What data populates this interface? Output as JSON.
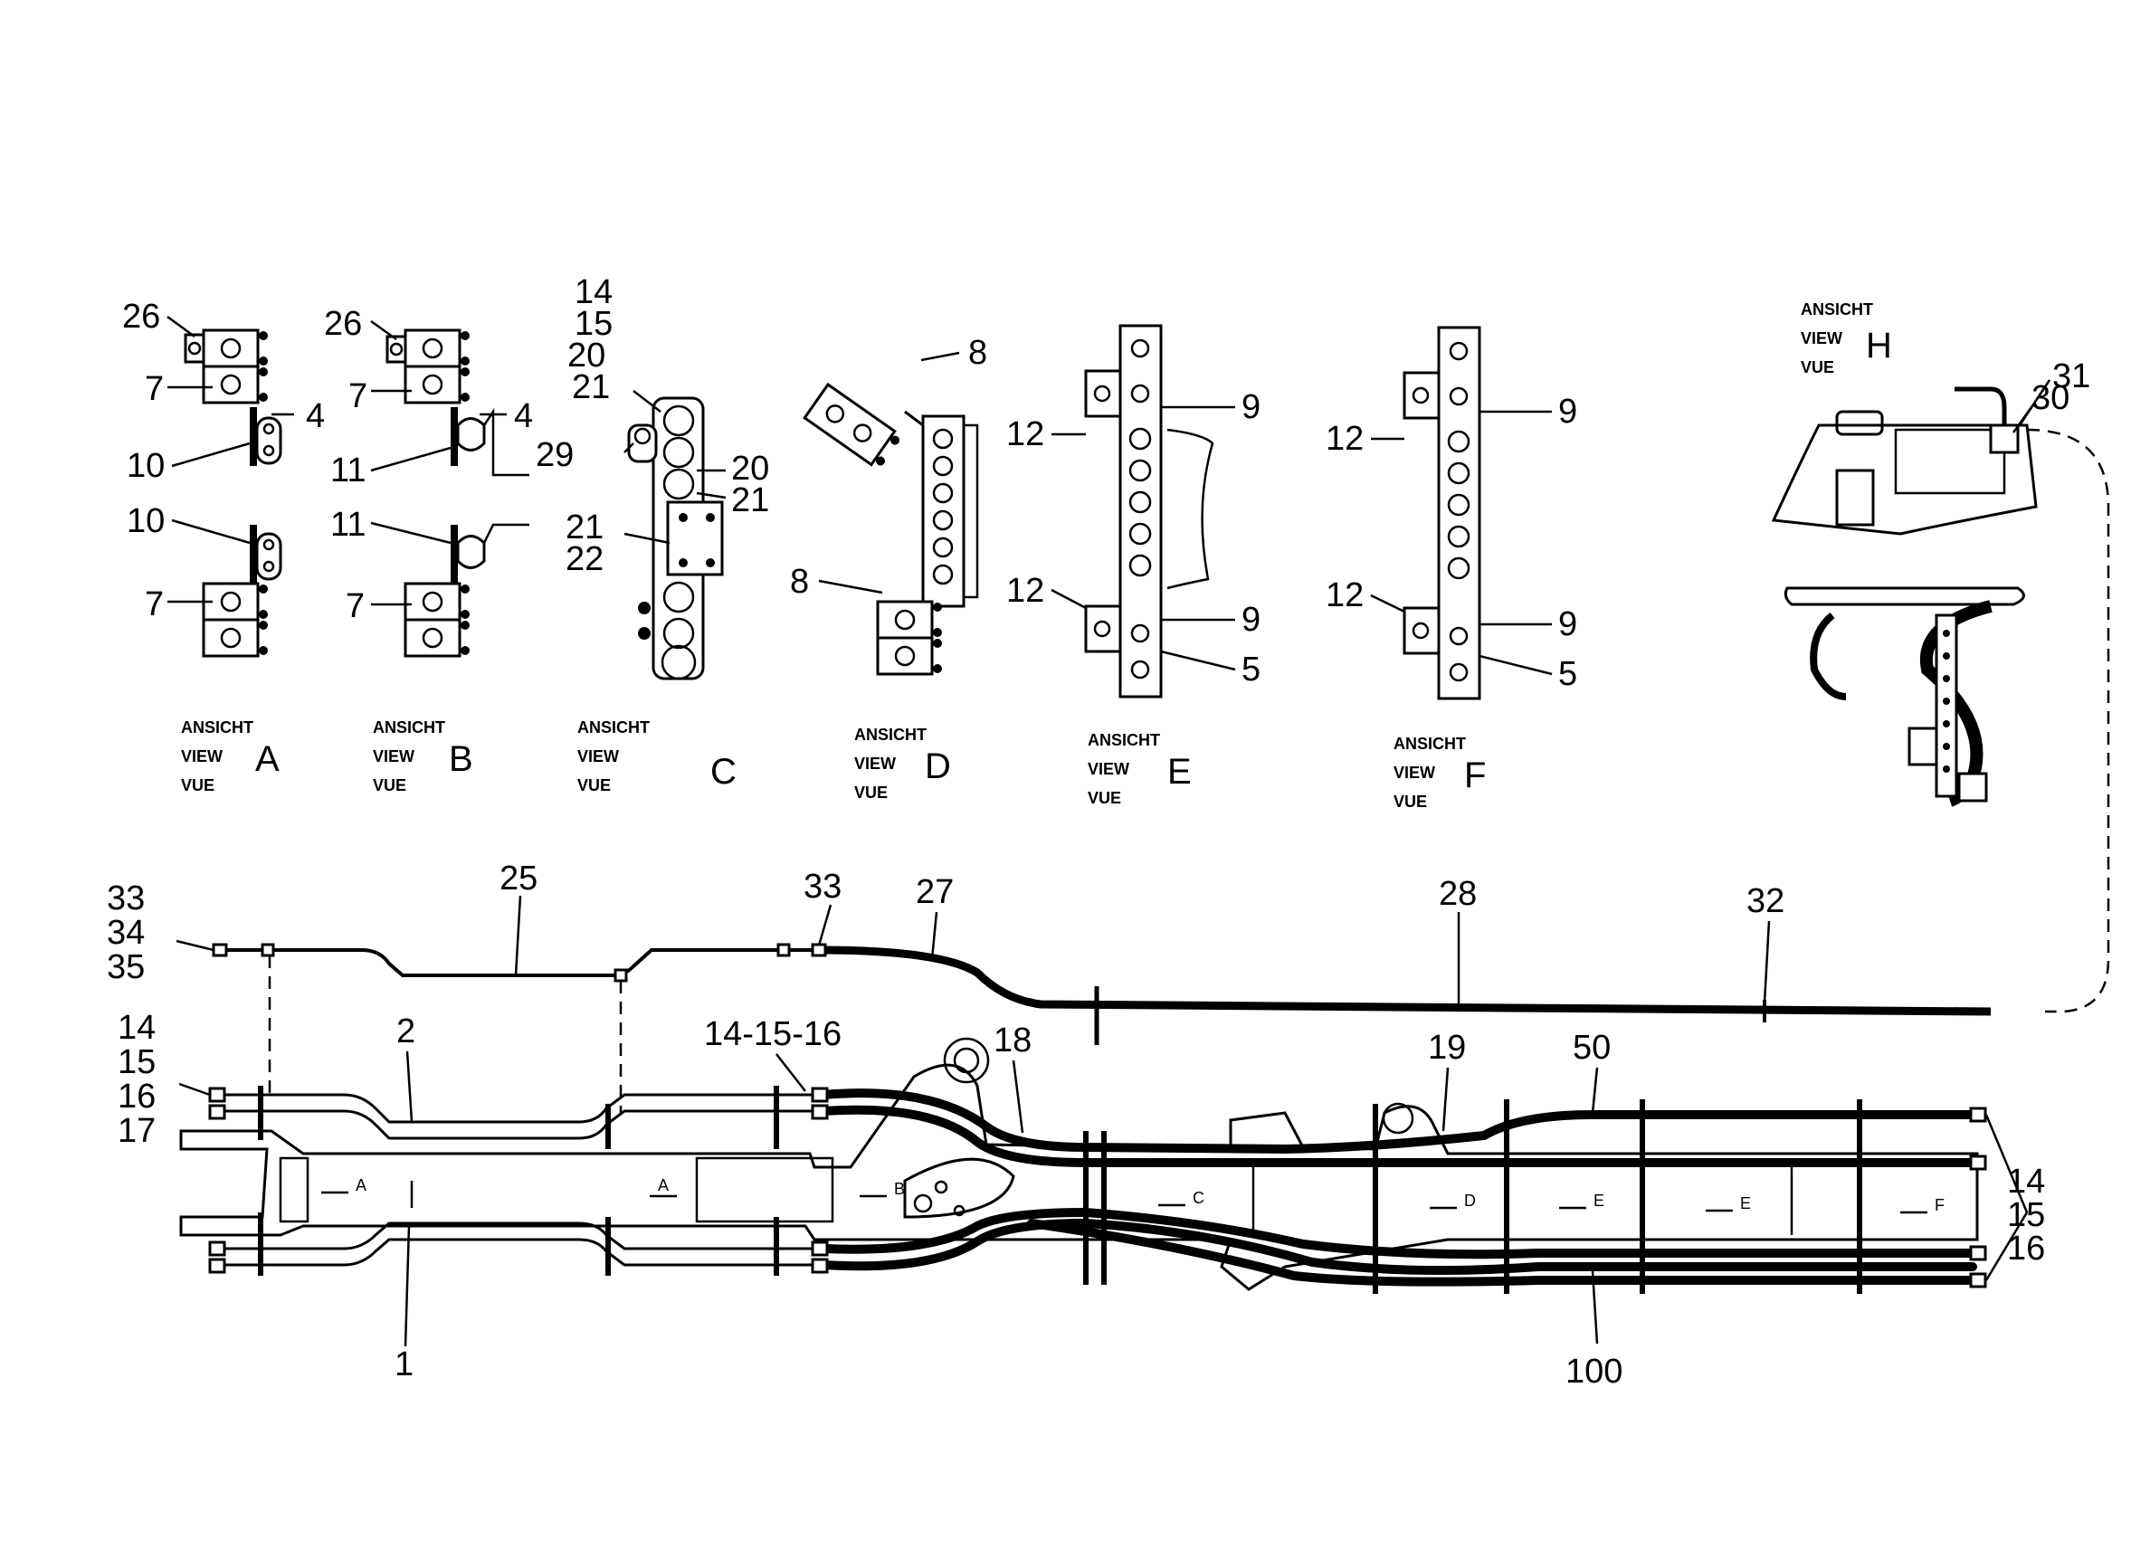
{
  "views": [
    {
      "letter": "A",
      "line1": "ANSICHT",
      "line2": "VIEW",
      "line3": "VUE"
    },
    {
      "letter": "B",
      "line1": "ANSICHT",
      "line2": "VIEW",
      "line3": "VUE"
    },
    {
      "letter": "C",
      "line1": "ANSICHT",
      "line2": "VIEW",
      "line3": "VUE"
    },
    {
      "letter": "D",
      "line1": "ANSICHT",
      "line2": "VIEW",
      "line3": "VUE"
    },
    {
      "letter": "E",
      "line1": "ANSICHT",
      "line2": "VIEW",
      "line3": "VUE"
    },
    {
      "letter": "F",
      "line1": "ANSICHT",
      "line2": "VIEW",
      "line3": "VUE"
    },
    {
      "letter": "H",
      "line1": "ANSICHT",
      "line2": "VIEW",
      "line3": "VUE"
    }
  ],
  "callouts": {
    "a": [
      "26",
      "7",
      "4",
      "10",
      "10",
      "7"
    ],
    "b": [
      "26",
      "7",
      "4",
      "11",
      "11",
      "7"
    ],
    "c": [
      "14",
      "15",
      "20",
      "21",
      "29",
      "20",
      "21",
      "21",
      "22"
    ],
    "d": [
      "8",
      "8"
    ],
    "e": [
      "12",
      "9",
      "12",
      "9",
      "5"
    ],
    "f": [
      "12",
      "9",
      "12",
      "9",
      "5"
    ],
    "h": [
      "31",
      "30"
    ],
    "main": [
      "33",
      "34",
      "35",
      "25",
      "33",
      "27",
      "28",
      "32",
      "14",
      "15",
      "16",
      "17",
      "2",
      "14-15-16",
      "18",
      "19",
      "50",
      "1",
      "100",
      "14",
      "15",
      "16"
    ]
  },
  "frame_arrows": [
    "A",
    "A",
    "B",
    "C",
    "D",
    "E",
    "E",
    "F"
  ]
}
